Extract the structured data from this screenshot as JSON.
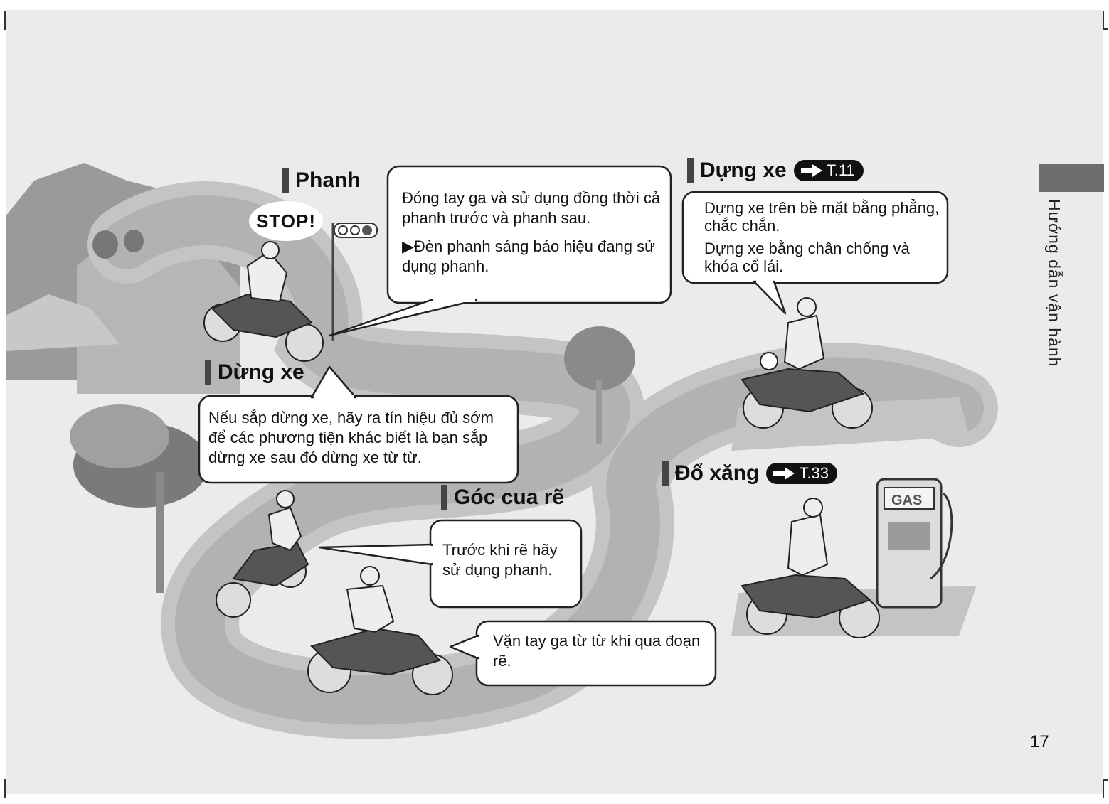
{
  "stop_sign": "STOP!",
  "sections": {
    "phanh": {
      "title": "Phanh",
      "text": "Đóng tay ga và sử dụng đồng thời cả phanh trước và phanh sau.",
      "note": "▶Đèn phanh sáng báo hiệu đang sử dụng phanh."
    },
    "dung_xe_stop": {
      "title": "Dừng xe",
      "text": "Nếu sắp dừng xe, hãy ra tín hiệu đủ sớm để các phương tiện khác biết là bạn sắp dừng xe sau đó dừng xe từ từ."
    },
    "goc_cua": {
      "title": "Góc cua rẽ",
      "text1": "Trước khi rẽ hãy sử dụng phanh.",
      "text2": "Vặn tay ga từ từ khi qua đoạn rẽ."
    },
    "dung_xe_park": {
      "title": "Dựng xe",
      "ref": "T.11",
      "text1": "Dựng xe trên bề mặt bằng phẳng, chắc chắn.",
      "text2": "Dựng xe bằng chân chống và khóa cổ lái."
    },
    "do_xang": {
      "title": "Đổ xăng",
      "ref": "T.33",
      "pump_label": "GAS"
    }
  },
  "side_label": "Hướng dẫn vận hành",
  "page_number": "17",
  "icons": [
    "arrow-right-icon",
    "traffic-light-icon",
    "motorcycle-icon",
    "fuel-pump-icon",
    "tree-icon",
    "mountain-icon"
  ]
}
